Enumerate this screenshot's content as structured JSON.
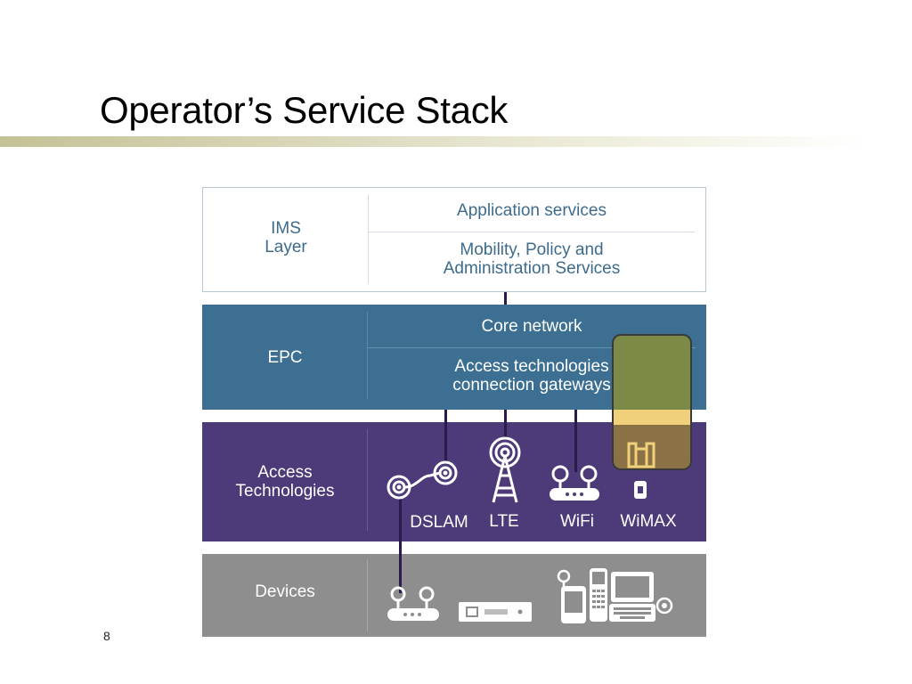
{
  "slide": {
    "title": "Operator’s Service Stack",
    "page_number": "8"
  },
  "layers": {
    "ims": {
      "label_line1": "IMS",
      "label_line2": "Layer",
      "row1": "Application services",
      "row2_line1": "Mobility, Policy and",
      "row2_line2": "Administration Services"
    },
    "epc": {
      "label": "EPC",
      "row1": "Core network",
      "row2_line1": "Access technologies",
      "row2_line2": "connection gateways"
    },
    "access": {
      "label_line1": "Access",
      "label_line2": "Technologies",
      "techs": [
        "DSLAM",
        "LTE",
        "WiFi",
        "WiMAX"
      ]
    },
    "devices": {
      "label": "Devices"
    }
  },
  "colors": {
    "ims_text": "#3e6b8c",
    "epc_band": "#3c6f92",
    "access_band": "#4d3a78",
    "devices_band": "#8e8e8e",
    "highlight_overlay": "#7c8a47"
  },
  "icons": [
    "dslam-icon",
    "lte-tower-icon",
    "wifi-router-icon",
    "wimax-icon",
    "modem-icon",
    "set-top-box-icon",
    "phone-icon",
    "handset-icon",
    "laptop-icon"
  ]
}
